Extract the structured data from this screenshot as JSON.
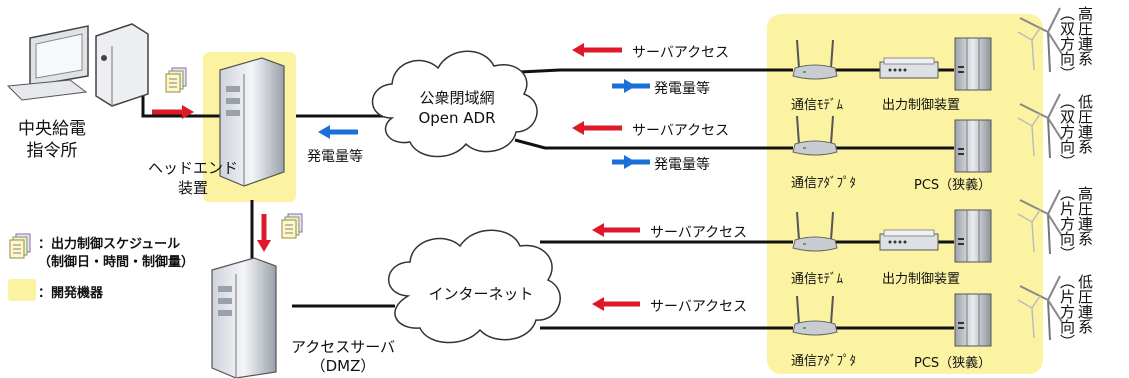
{
  "control_center": {
    "label_line1": "中央給電",
    "label_line2": "指令所"
  },
  "headend": {
    "label_line1": "ヘッドエンド",
    "label_line2": "装置"
  },
  "access_server": {
    "label_line1": "アクセスサーバ",
    "label_line2": "（DMZ）"
  },
  "cloud_public": {
    "line1": "公衆閉域網",
    "line2": "Open ADR"
  },
  "cloud_internet": {
    "label": "インターネット"
  },
  "arrows": {
    "server_access": "サーバアクセス",
    "generation": "発電量等"
  },
  "devices": {
    "modem": "通信ﾓﾃﾞﾑ",
    "adapter": "通信ｱﾀﾞﾌﾟﾀ",
    "controller": "出力制御装置",
    "pcs": "PCS（狭義）"
  },
  "sites": [
    {
      "line1": "高圧連系",
      "line2": "（双方向）"
    },
    {
      "line1": "低圧連系",
      "line2": "（双方向）"
    },
    {
      "line1": "高圧連系",
      "line2": "（片方向）"
    },
    {
      "line1": "低圧連系",
      "line2": "（片方向）"
    }
  ],
  "legend": {
    "schedule_title": "：出力制御スケジュール",
    "schedule_detail": "（制御日・時間・制御量）",
    "dev_equipment": "：開発機器"
  },
  "colors": {
    "highlight": "#fbf3a2",
    "arrow_red": "#e0192a",
    "arrow_blue": "#1a6fd8",
    "line": "#111111"
  }
}
